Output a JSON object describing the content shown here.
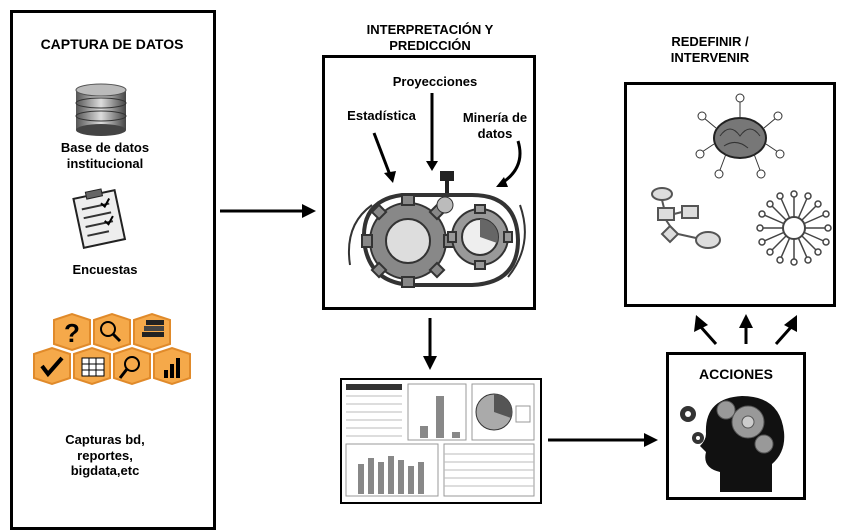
{
  "capture": {
    "title": "CAPTURA DE DATOS",
    "items": [
      {
        "label_line1": "Base de datos",
        "label_line2": "institucional",
        "icon": "database-icon"
      },
      {
        "label": "Encuestas",
        "icon": "clipboard-icon"
      },
      {
        "label_line1": "Capturas bd,",
        "label_line2": "reportes,",
        "label_line3": "bigdata,etc",
        "icon": "hexagon-tools-icon"
      }
    ]
  },
  "interpretation": {
    "title_line1": "INTERPRETACIÓN Y",
    "title_line2": "PREDICCIÓN",
    "labels": {
      "proyecciones": "Proyecciones",
      "estadistica": "Estadística",
      "mineria_line1": "Minería de",
      "mineria_line2": "datos"
    },
    "icon": "gears-icon"
  },
  "redefine": {
    "title_line1": "REDEFINIR /",
    "title_line2": "INTERVENIR",
    "icons": [
      "brain-network-icon",
      "flowchart-icon",
      "hub-network-icon"
    ]
  },
  "actions": {
    "title": "ACCIONES",
    "icon": "head-gears-icon"
  },
  "dashboard": {
    "icon": "dashboard-report-icon"
  }
}
